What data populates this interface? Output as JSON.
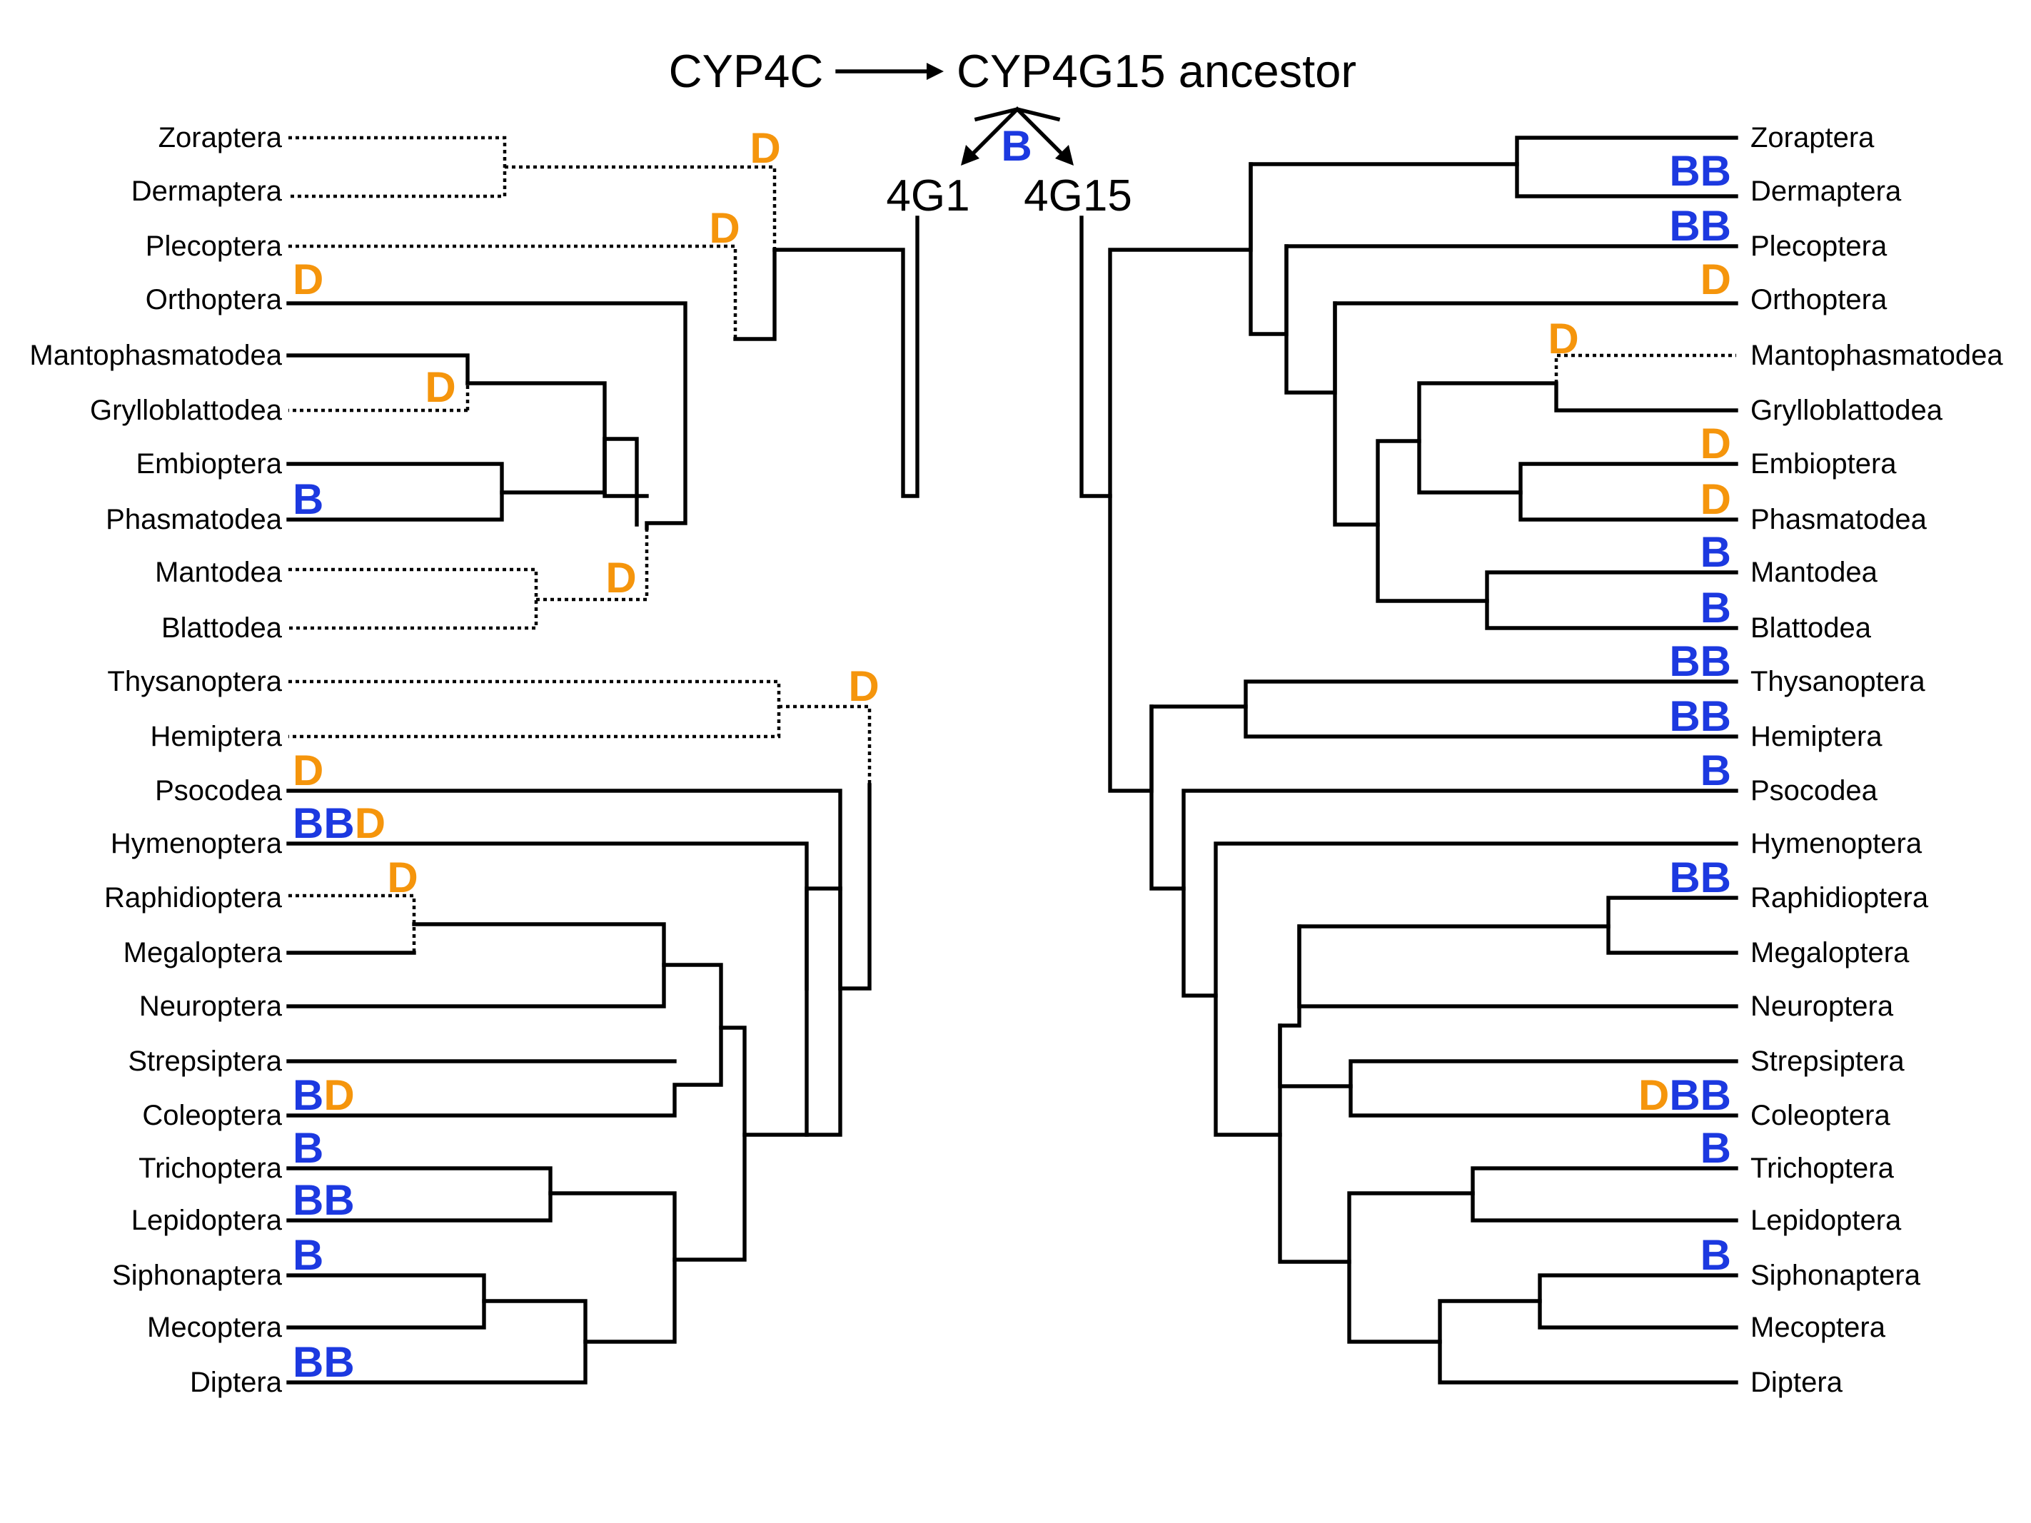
{
  "header": {
    "source": "CYP4C",
    "target": "CYP4G15 ancestor",
    "root_event": "B",
    "left_clade": "4G1",
    "right_clade": "4G15"
  },
  "taxa": [
    "Zoraptera",
    "Dermaptera",
    "Plecoptera",
    "Orthoptera",
    "Mantophasmatodea",
    "Grylloblattodea",
    "Embioptera",
    "Phasmatodea",
    "Mantodea",
    "Blattodea",
    "Thysanoptera",
    "Hemiptera",
    "Psocodea",
    "Hymenoptera",
    "Raphidioptera",
    "Megaloptera",
    "Neuroptera",
    "Strepsiptera",
    "Coleoptera",
    "Trichoptera",
    "Lepidoptera",
    "Siphonaptera",
    "Mecoptera",
    "Diptera"
  ],
  "left_tree": {
    "leaf_markers": {
      "Orthoptera": "D",
      "Phasmatodea": "B",
      "Psocodea": "D",
      "Hymenoptera": "BBD",
      "Coleoptera": "BD",
      "Trichoptera": "B",
      "Lepidoptera": "BB",
      "Siphonaptera": "B",
      "Diptera": "BB"
    },
    "node_markers": [
      "D",
      "D",
      "D",
      "D",
      "D",
      "D"
    ]
  },
  "right_tree": {
    "leaf_markers": {
      "Dermaptera": "BB",
      "Plecoptera": "BB",
      "Orthoptera": "D",
      "Embioptera": "D",
      "Phasmatodea": "D",
      "Mantodea": "B",
      "Blattodea": "B",
      "Thysanoptera": "BB",
      "Hemiptera": "BB",
      "Psocodea": "B",
      "Raphidioptera": "BB",
      "Coleoptera": "DBB",
      "Trichoptera": "B",
      "Siphonaptera": "B"
    },
    "node_markers": [
      "D"
    ]
  },
  "legend_colors": {
    "B": "#1c39e0",
    "D": "#f5950c"
  }
}
